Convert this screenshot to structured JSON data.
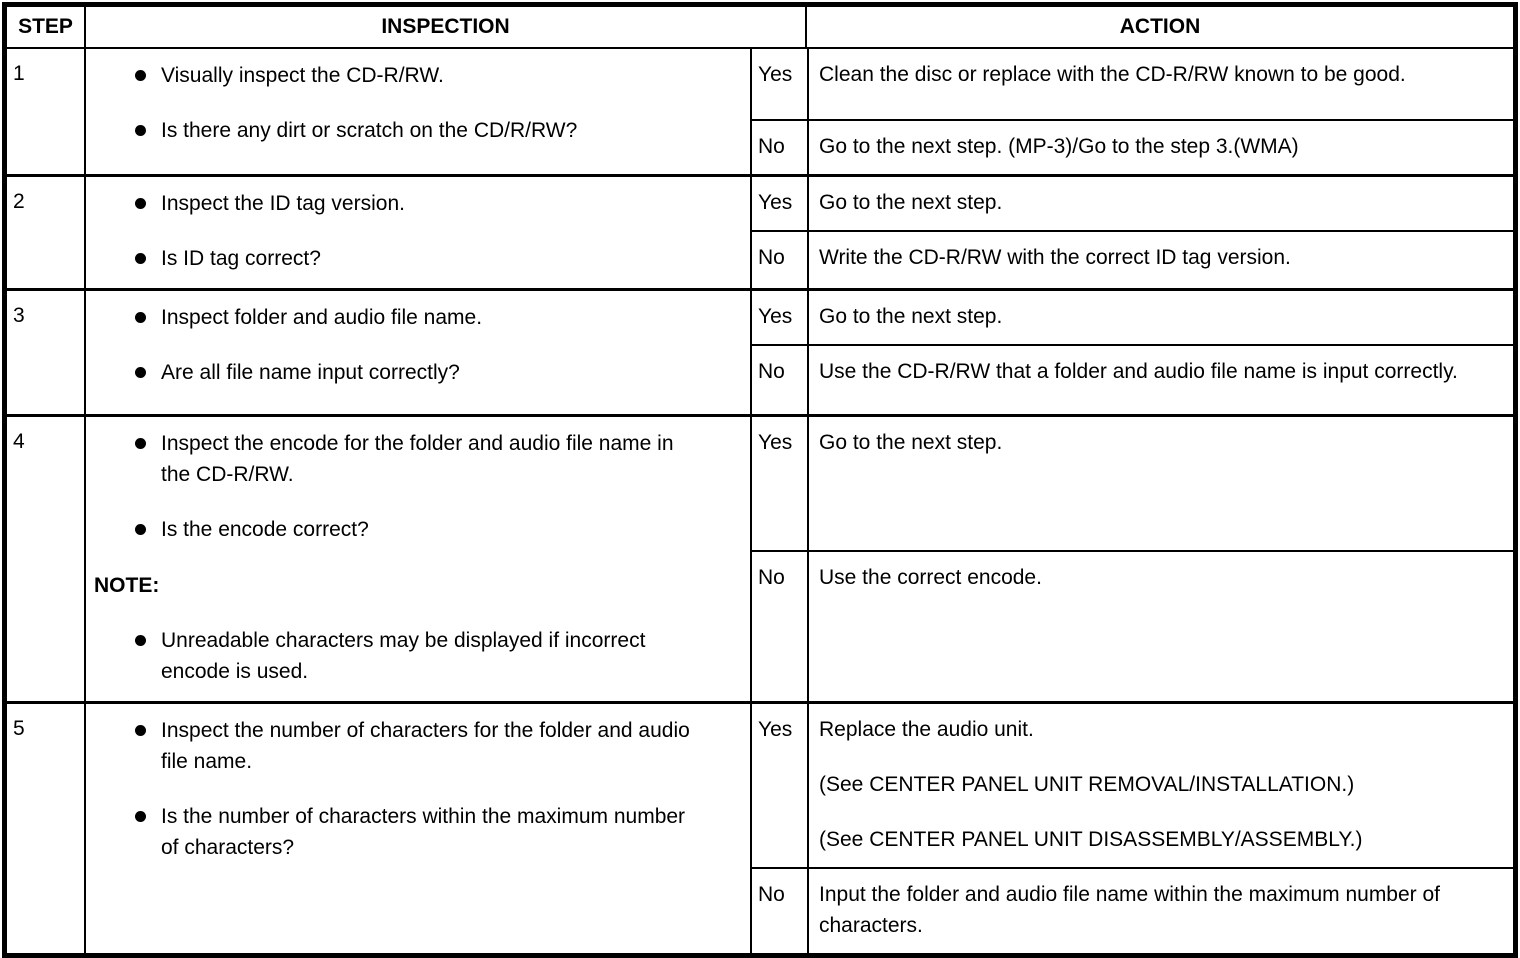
{
  "header": {
    "step": "STEP",
    "inspection": "INSPECTION",
    "action": "ACTION"
  },
  "rows": [
    {
      "step": "1",
      "bullets": [
        "Visually inspect the CD-R/RW.",
        "Is there any dirt or scratch on the CD/R/RW?"
      ],
      "branches": [
        {
          "answer": "Yes",
          "action": [
            "Clean the disc or replace with the CD-R/RW known to be good."
          ]
        },
        {
          "answer": "No",
          "action": [
            "Go to the next step. (MP-3)/Go to the step 3.(WMA)"
          ]
        }
      ]
    },
    {
      "step": "2",
      "bullets": [
        "Inspect the ID tag version.",
        "Is ID tag correct?"
      ],
      "branches": [
        {
          "answer": "Yes",
          "action": [
            "Go to the next step."
          ]
        },
        {
          "answer": "No",
          "action": [
            "Write the CD-R/RW with the correct ID tag version."
          ]
        }
      ]
    },
    {
      "step": "3",
      "bullets": [
        "Inspect folder and audio file name.",
        "Are all file name input correctly?"
      ],
      "branches": [
        {
          "answer": "Yes",
          "action": [
            "Go to the next step."
          ]
        },
        {
          "answer": "No",
          "action": [
            "Use the CD-R/RW that a folder and audio file name is input correctly."
          ]
        }
      ]
    },
    {
      "step": "4",
      "bullets": [
        "Inspect the encode for the folder and audio file name in the CD-R/RW.",
        "Is the encode correct?"
      ],
      "note_label": "NOTE:",
      "note_bullets": [
        "Unreadable characters may be displayed if incorrect encode is used."
      ],
      "branches": [
        {
          "answer": "Yes",
          "action": [
            "Go to the next step."
          ]
        },
        {
          "answer": "No",
          "action": [
            "Use the correct encode."
          ]
        }
      ]
    },
    {
      "step": "5",
      "bullets": [
        "Inspect the number of characters for the folder and audio file name.",
        "Is the number of characters within the maximum number of characters?"
      ],
      "branches": [
        {
          "answer": "Yes",
          "action": [
            "Replace the audio unit.",
            "(See CENTER PANEL UNIT REMOVAL/INSTALLATION.)",
            "(See CENTER PANEL UNIT DISASSEMBLY/ASSEMBLY.)"
          ]
        },
        {
          "answer": "No",
          "action": [
            "Input the folder and audio file name within the maximum number of characters."
          ]
        }
      ]
    }
  ]
}
